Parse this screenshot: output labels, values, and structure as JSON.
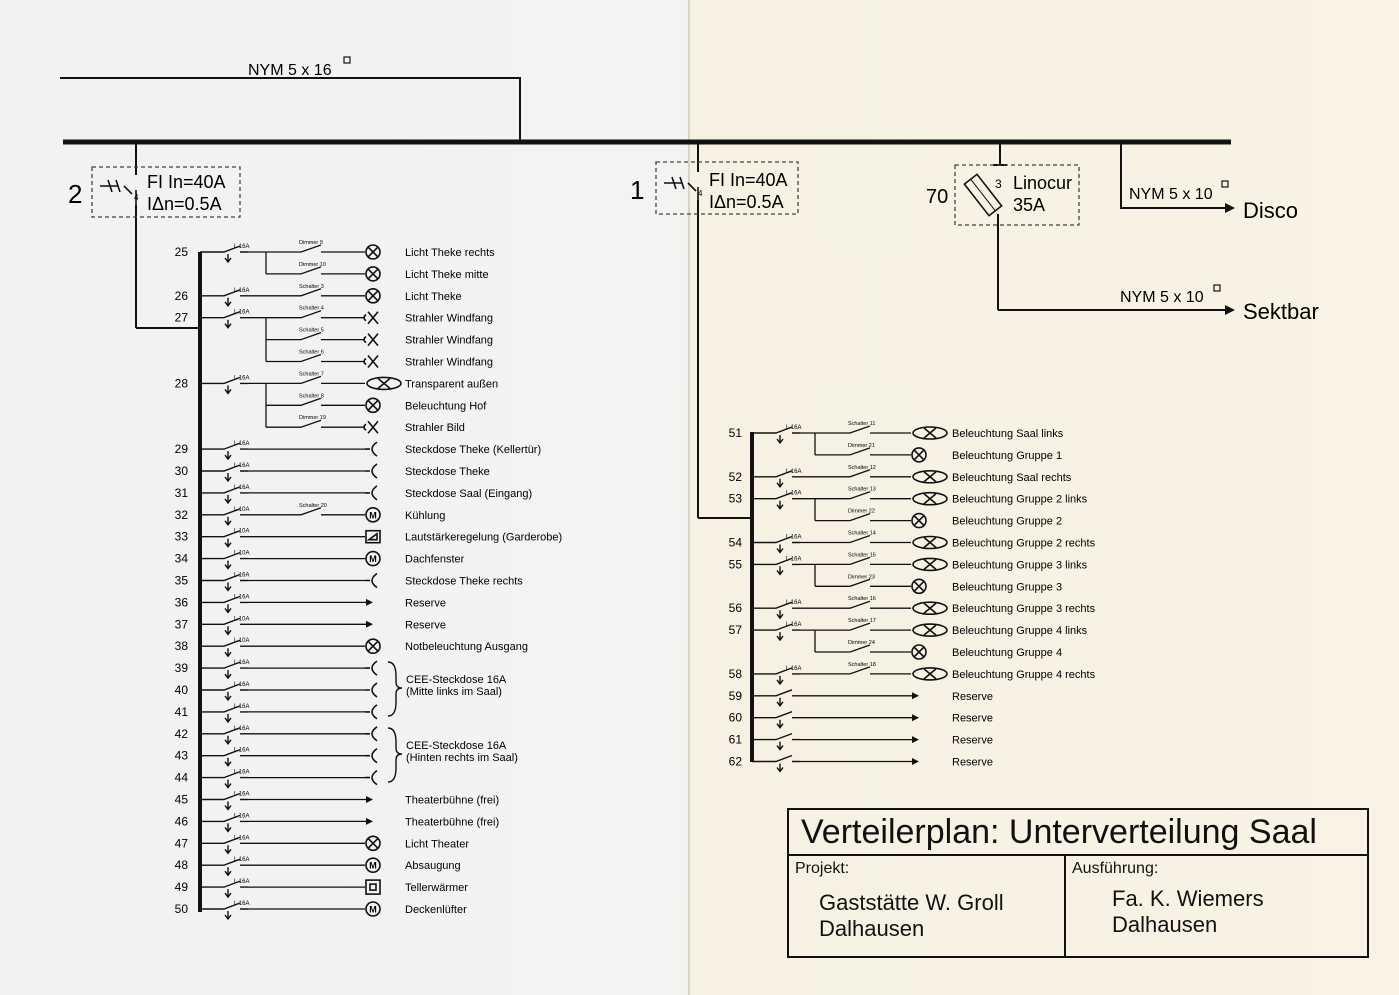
{
  "feed_cable": "NYM 5 x 16",
  "rcd_left": {
    "number": "2",
    "line1": "FI  In=40A",
    "line2": "IΔn=0.5A",
    "poles": "4"
  },
  "rcd_right": {
    "number": "1",
    "line1": "FI  In=40A",
    "line2": "IΔn=0.5A",
    "poles": "4"
  },
  "fuse": {
    "number": "70",
    "poles": "3",
    "line1": "Linocur",
    "line2": "35A"
  },
  "outputs": [
    {
      "cable": "NYM 5 x 10",
      "label": "Disco"
    },
    {
      "cable": "NYM 5 x 10",
      "label": "Sektbar"
    }
  ],
  "left_circuits": [
    {
      "no": "25",
      "breaker": "L 16A",
      "loads": [
        {
          "switch": "Dimmer 9",
          "symbol": "lamp",
          "label": "Licht Theke rechts"
        },
        {
          "switch": "Dimmer 10",
          "symbol": "lamp",
          "label": "Licht Theke mitte"
        }
      ]
    },
    {
      "no": "26",
      "breaker": "L 16A",
      "loads": [
        {
          "switch": "Schalter 3",
          "symbol": "lamp",
          "label": "Licht Theke"
        }
      ]
    },
    {
      "no": "27",
      "breaker": "L 16A",
      "loads": [
        {
          "switch": "Schalter 4",
          "symbol": "spot",
          "label": "Strahler Windfang"
        },
        {
          "switch": "Schalter 5",
          "symbol": "spot",
          "label": "Strahler Windfang"
        },
        {
          "switch": "Schalter 6",
          "symbol": "spot",
          "label": "Strahler Windfang"
        }
      ]
    },
    {
      "no": "28",
      "breaker": "L 16A",
      "loads": [
        {
          "switch": "Schalter 7",
          "symbol": "tube",
          "label": "Transparent außen"
        },
        {
          "switch": "Schalter 8",
          "symbol": "lamp",
          "label": "Beleuchtung Hof"
        },
        {
          "switch": "Dimmer 19",
          "symbol": "spot",
          "label": "Strahler Bild"
        }
      ]
    },
    {
      "no": "29",
      "breaker": "L 16A",
      "loads": [
        {
          "switch": "",
          "symbol": "socket",
          "label": "Steckdose Theke (Kellertür)"
        }
      ]
    },
    {
      "no": "30",
      "breaker": "L 16A",
      "loads": [
        {
          "switch": "",
          "symbol": "socket",
          "label": "Steckdose Theke"
        }
      ]
    },
    {
      "no": "31",
      "breaker": "L 16A",
      "loads": [
        {
          "switch": "",
          "symbol": "socket",
          "label": "Steckdose Saal (Eingang)"
        }
      ]
    },
    {
      "no": "32",
      "breaker": "L 10A",
      "loads": [
        {
          "switch": "Schalter 20",
          "symbol": "motor",
          "label": "Kühlung"
        }
      ]
    },
    {
      "no": "33",
      "breaker": "L 10A",
      "loads": [
        {
          "switch": "",
          "symbol": "box",
          "label": "Lautstärkeregelung (Garderobe)"
        }
      ]
    },
    {
      "no": "34",
      "breaker": "L 10A",
      "loads": [
        {
          "switch": "",
          "symbol": "motor",
          "label": "Dachfenster"
        }
      ]
    },
    {
      "no": "35",
      "breaker": "L 16A",
      "loads": [
        {
          "switch": "",
          "symbol": "socket",
          "label": "Steckdose Theke rechts"
        }
      ]
    },
    {
      "no": "36",
      "breaker": "L 16A",
      "loads": [
        {
          "switch": "",
          "symbol": "arrow",
          "label": "Reserve"
        }
      ]
    },
    {
      "no": "37",
      "breaker": "L 10A",
      "loads": [
        {
          "switch": "",
          "symbol": "arrow",
          "label": "Reserve"
        }
      ]
    },
    {
      "no": "38",
      "breaker": "L 10A",
      "loads": [
        {
          "switch": "",
          "symbol": "lamp",
          "label": "Notbeleuchtung Ausgang"
        }
      ]
    },
    {
      "no": "39",
      "breaker": "L 16A",
      "loads": [
        {
          "switch": "",
          "symbol": "socket",
          "label": ""
        }
      ]
    },
    {
      "no": "40",
      "breaker": "L 16A",
      "loads": [
        {
          "switch": "",
          "symbol": "socket",
          "label": ""
        }
      ]
    },
    {
      "no": "41",
      "breaker": "L 16A",
      "loads": [
        {
          "switch": "",
          "symbol": "socket",
          "label": ""
        }
      ]
    },
    {
      "no": "42",
      "breaker": "L 16A",
      "loads": [
        {
          "switch": "",
          "symbol": "socket",
          "label": ""
        }
      ]
    },
    {
      "no": "43",
      "breaker": "L 16A",
      "loads": [
        {
          "switch": "",
          "symbol": "socket",
          "label": ""
        }
      ]
    },
    {
      "no": "44",
      "breaker": "L 16A",
      "loads": [
        {
          "switch": "",
          "symbol": "socket",
          "label": ""
        }
      ]
    },
    {
      "no": "45",
      "breaker": "L 16A",
      "loads": [
        {
          "switch": "",
          "symbol": "arrow",
          "label": "Theaterbühne (frei)"
        }
      ]
    },
    {
      "no": "46",
      "breaker": "L 16A",
      "loads": [
        {
          "switch": "",
          "symbol": "arrow",
          "label": "Theaterbühne (frei)"
        }
      ]
    },
    {
      "no": "47",
      "breaker": "L 16A",
      "loads": [
        {
          "switch": "",
          "symbol": "lamp",
          "label": "Licht Theater"
        }
      ]
    },
    {
      "no": "48",
      "breaker": "L 16A",
      "loads": [
        {
          "switch": "",
          "symbol": "motor",
          "label": "Absaugung"
        }
      ]
    },
    {
      "no": "49",
      "breaker": "L 16A",
      "loads": [
        {
          "switch": "",
          "symbol": "heater",
          "label": "Tellerwärmer"
        }
      ]
    },
    {
      "no": "50",
      "breaker": "L 16A",
      "loads": [
        {
          "switch": "",
          "symbol": "motor",
          "label": "Deckenlüfter"
        }
      ]
    }
  ],
  "cee_groups": [
    {
      "line1": "CEE-Steckdose 16A",
      "line2": "(Mitte links im Saal)"
    },
    {
      "line1": "CEE-Steckdose 16A",
      "line2": "(Hinten rechts im Saal)"
    }
  ],
  "right_circuits": [
    {
      "no": "51",
      "breaker": "L 16A",
      "loads": [
        {
          "switch": "Schalter 11",
          "symbol": "tube",
          "label": "Beleuchtung Saal links"
        },
        {
          "switch": "Dimmer 21",
          "symbol": "lamp",
          "label": "Beleuchtung Gruppe 1"
        }
      ]
    },
    {
      "no": "52",
      "breaker": "L 16A",
      "loads": [
        {
          "switch": "Schalter 12",
          "symbol": "tube",
          "label": "Beleuchtung Saal rechts"
        }
      ]
    },
    {
      "no": "53",
      "breaker": "L 16A",
      "loads": [
        {
          "switch": "Schalter 13",
          "symbol": "tube",
          "label": "Beleuchtung Gruppe 2 links"
        },
        {
          "switch": "Dimmer 22",
          "symbol": "lamp",
          "label": "Beleuchtung Gruppe 2"
        }
      ]
    },
    {
      "no": "54",
      "breaker": "L 16A",
      "loads": [
        {
          "switch": "Schalter 14",
          "symbol": "tube",
          "label": "Beleuchtung Gruppe 2 rechts"
        }
      ]
    },
    {
      "no": "55",
      "breaker": "L 16A",
      "loads": [
        {
          "switch": "Schalter 15",
          "symbol": "tube",
          "label": "Beleuchtung Gruppe 3 links"
        },
        {
          "switch": "Dimmer 23",
          "symbol": "lamp",
          "label": "Beleuchtung Gruppe 3"
        }
      ]
    },
    {
      "no": "56",
      "breaker": "L 16A",
      "loads": [
        {
          "switch": "Schalter 16",
          "symbol": "tube",
          "label": "Beleuchtung Gruppe 3 rechts"
        }
      ]
    },
    {
      "no": "57",
      "breaker": "L 16A",
      "loads": [
        {
          "switch": "Schalter 17",
          "symbol": "tube",
          "label": "Beleuchtung Gruppe 4 links"
        },
        {
          "switch": "Dimmer 24",
          "symbol": "lamp",
          "label": "Beleuchtung Gruppe 4"
        }
      ]
    },
    {
      "no": "58",
      "breaker": "L 16A",
      "loads": [
        {
          "switch": "Schalter 18",
          "symbol": "tube",
          "label": "Beleuchtung Gruppe 4 rechts"
        }
      ]
    },
    {
      "no": "59",
      "breaker": "",
      "loads": [
        {
          "switch": "",
          "symbol": "arrow",
          "label": "Reserve"
        }
      ]
    },
    {
      "no": "60",
      "breaker": "",
      "loads": [
        {
          "switch": "",
          "symbol": "arrow",
          "label": "Reserve"
        }
      ]
    },
    {
      "no": "61",
      "breaker": "",
      "loads": [
        {
          "switch": "",
          "symbol": "arrow",
          "label": "Reserve"
        }
      ]
    },
    {
      "no": "62",
      "breaker": "",
      "loads": [
        {
          "switch": "",
          "symbol": "arrow",
          "label": "Reserve"
        }
      ]
    }
  ],
  "title_block": {
    "title": "Verteilerplan: Unterverteilung Saal",
    "project_label": "Projekt:",
    "project_value": "Gaststätte W. Groll\nDalhausen",
    "contractor_label": "Ausführung:",
    "contractor_value": "Fa. K. Wiemers\nDalhausen"
  }
}
